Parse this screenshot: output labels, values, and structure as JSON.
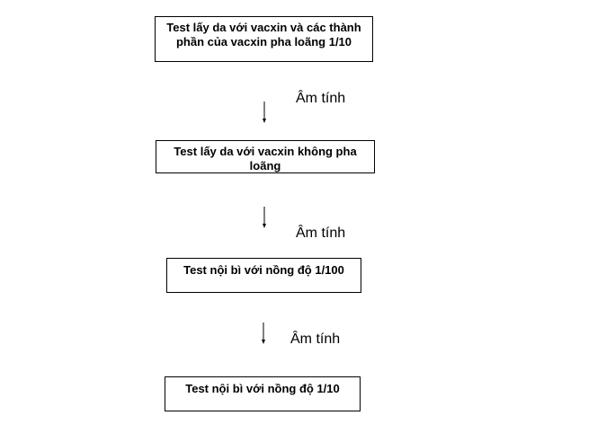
{
  "steps": [
    {
      "text": "Test lấy da với vacxin và các thành phần của vacxin pha loãng 1/10"
    },
    {
      "text": "Test lấy da với vacxin không pha loãng"
    },
    {
      "text": "Test nội bì với nồng độ 1/100"
    },
    {
      "text": "Test nội bì với nồng độ 1/10"
    }
  ],
  "transitions": [
    {
      "label": "Âm tính"
    },
    {
      "label": "Âm tính"
    },
    {
      "label": "Âm tính"
    }
  ],
  "colors": {
    "line": "#000000",
    "background": "#ffffff",
    "text": "#000000"
  }
}
